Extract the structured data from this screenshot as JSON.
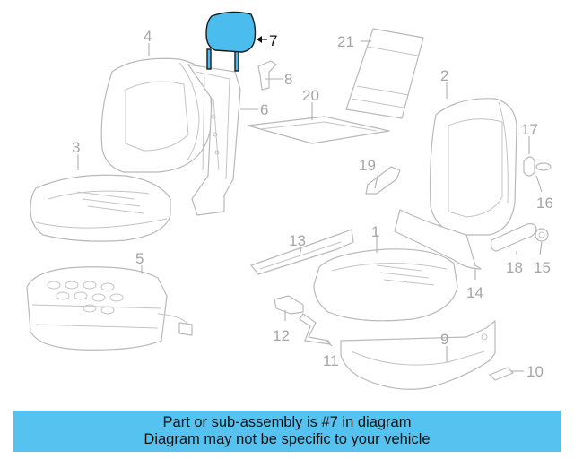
{
  "callouts": [
    "1",
    "2",
    "3",
    "4",
    "5",
    "6",
    "7",
    "8",
    "9",
    "10",
    "11",
    "12",
    "13",
    "14",
    "15",
    "16",
    "17",
    "18",
    "19",
    "20",
    "21"
  ],
  "highlighted_part": "7",
  "highlight_color": "#4bbcee",
  "banner": {
    "line1": "Part or sub-assembly is #7 in diagram",
    "line2": "Diagram may not be specific to your vehicle",
    "background": "#56c2f0"
  }
}
